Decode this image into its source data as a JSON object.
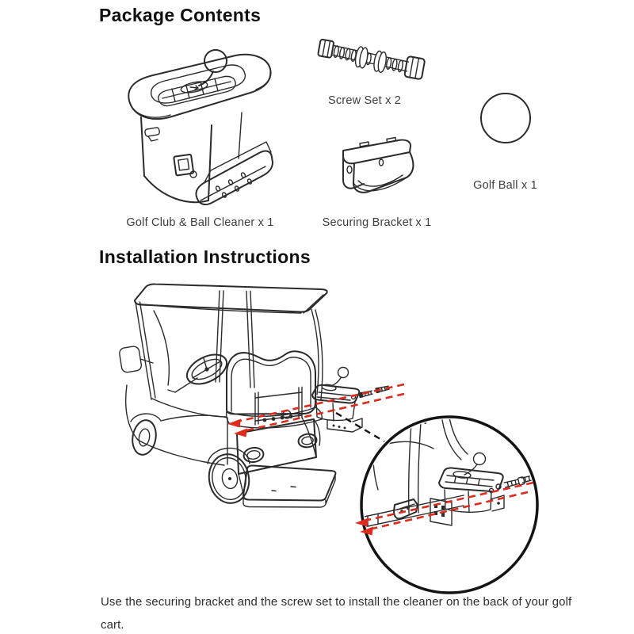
{
  "sections": {
    "package": {
      "title": "Package Contents",
      "items": [
        {
          "name": "golf-club-ball-cleaner",
          "label": "Golf Club & Ball Cleaner x 1"
        },
        {
          "name": "screw-set",
          "label": "Screw Set x 2"
        },
        {
          "name": "securing-bracket",
          "label": "Securing Bracket x 1"
        },
        {
          "name": "golf-ball",
          "label": "Golf Ball x 1"
        }
      ]
    },
    "installation": {
      "title": "Installation Instructions",
      "instruction": "Use the securing bracket and the screw set to install the cleaner on the back of your golf cart."
    }
  },
  "colors": {
    "line_art": "#2b2b2b",
    "accent_red": "#dd2b1e",
    "text": "#3d3d3d",
    "heading": "#101010",
    "background": "#ffffff"
  }
}
